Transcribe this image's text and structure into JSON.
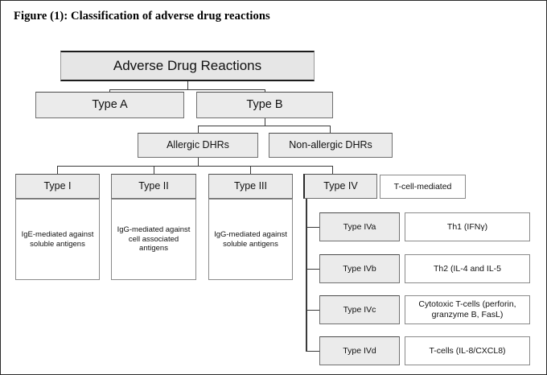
{
  "figure": {
    "title": "Figure (1): Classification of adverse drug reactions"
  },
  "diagram": {
    "type": "hierarchy-flowchart",
    "root": {
      "label": "Adverse Drug Reactions"
    },
    "level2": [
      {
        "label": "Type A"
      },
      {
        "label": "Type B"
      }
    ],
    "level3": [
      {
        "label": "Allergic DHRs"
      },
      {
        "label": "Non-allergic DHRs"
      }
    ],
    "hypersensitivity_types": [
      {
        "label": "Type I",
        "description": "IgE-mediated against soluble antigens"
      },
      {
        "label": "Type II",
        "description": "IgG-mediated against cell associated antigens"
      },
      {
        "label": "Type III",
        "description": "IgG-mediated against soluble antigens"
      },
      {
        "label": "Type IV",
        "description": "T-cell-mediated"
      }
    ],
    "type_iv_subtypes": [
      {
        "label": "Type IVa",
        "description": "Th1 (IFNγ)"
      },
      {
        "label": "Type IVb",
        "description": "Th2 (IL-4 and IL-5"
      },
      {
        "label": "Type IVc",
        "description": "Cytotoxic T-cells (perforin, granzyme B, FasL)"
      },
      {
        "label": "Type IVd",
        "description": "T-cells (IL-8/CXCL8)"
      }
    ]
  },
  "colors": {
    "box_fill_gray": "#ebebeb",
    "box_fill_white": "#ffffff",
    "box_border": "#8a8a8a",
    "connector": "#3a3a3a",
    "text": "#111111",
    "page_border": "#2b2b2b"
  }
}
